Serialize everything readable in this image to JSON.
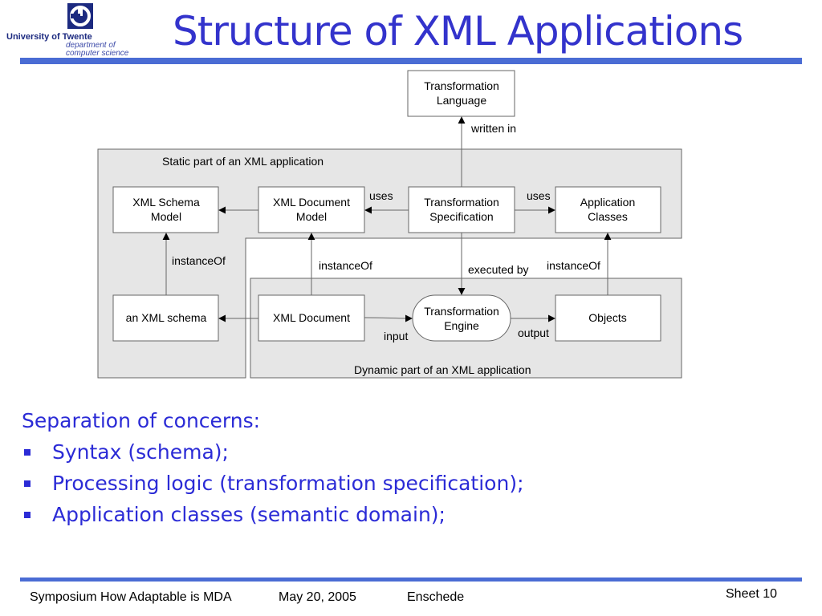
{
  "header": {
    "title": "Structure of XML Applications",
    "logo": {
      "university": "University of Twente",
      "department_line1": "department of",
      "department_line2": "computer science"
    }
  },
  "diagram": {
    "static_region_label": "Static part of an XML application",
    "dynamic_region_label": "Dynamic part of an XML application",
    "boxes": {
      "transformation_language": [
        "Transformation",
        "Language"
      ],
      "xml_schema_model": [
        "XML Schema",
        "Model"
      ],
      "xml_document_model": [
        "XML Document",
        "Model"
      ],
      "transformation_specification": [
        "Transformation",
        "Specification"
      ],
      "application_classes": [
        "Application",
        "Classes"
      ],
      "an_xml_schema": "an XML schema",
      "xml_document": "XML Document",
      "transformation_engine": [
        "Transformation",
        "Engine"
      ],
      "objects": "Objects"
    },
    "edge_labels": {
      "written_in": "written in",
      "uses_left": "uses",
      "uses_right": "uses",
      "instance_of_schema": "instanceOf",
      "instance_of_document": "instanceOf",
      "instance_of_objects": "instanceOf",
      "executed_by": "executed by",
      "input": "input",
      "output": "output"
    },
    "colors": {
      "region_fill": "#e6e6e6",
      "stroke": "#666666"
    }
  },
  "content": {
    "heading": "Separation of concerns:",
    "bullets": [
      "Syntax (schema);",
      "Processing logic (transformation specification);",
      "Application classes (semantic domain);"
    ]
  },
  "footer": {
    "event": "Symposium How Adaptable is MDA",
    "date": "May 20, 2005",
    "location": "Enschede",
    "sheet": "Sheet 10"
  },
  "colors": {
    "accent": "#3333cc",
    "rule": "#4a6cd4"
  }
}
